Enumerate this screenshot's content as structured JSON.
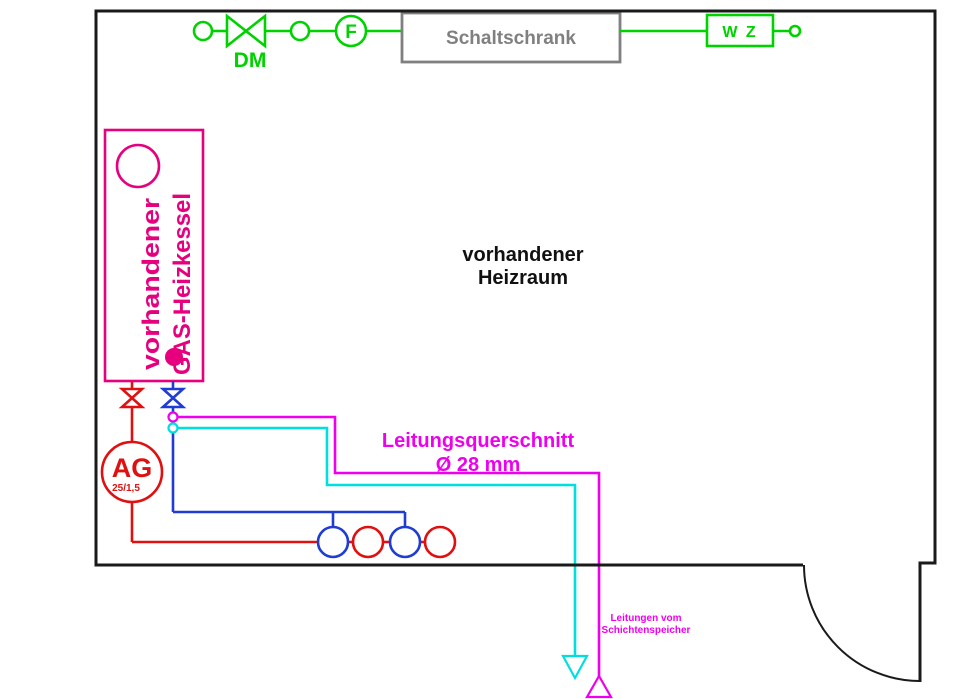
{
  "colors": {
    "wall_black": "#1a1a1a",
    "gas_green": "#00d200",
    "cabinet_gray": "#808080",
    "boiler_magenta": "#e6007e",
    "pipe_magenta": "#ee00ee",
    "pipe_cyan": "#00dfe0",
    "flow_red": "#e01010",
    "return_blue": "#1f3cd4"
  },
  "gas_line": {
    "valve_label": "DM",
    "sensor_label": "F",
    "cabinet_label": "Schaltschrank",
    "meter_label": "W Z"
  },
  "boiler": {
    "label_line1": "vorhandener",
    "label_line2": "GAS-Heizkessel"
  },
  "room": {
    "label_line1": "vorhandener",
    "label_line2": "Heizraum"
  },
  "expansion_vessel": {
    "label": "AG",
    "size": "25/1,5"
  },
  "pipes": {
    "cross_section_label_line1": "Leitungsquerschnitt",
    "cross_section_label_line2": "Ø 28 mm",
    "storage_note_line1": "Leitungen vom",
    "storage_note_line2": "Schichtenspeicher"
  }
}
